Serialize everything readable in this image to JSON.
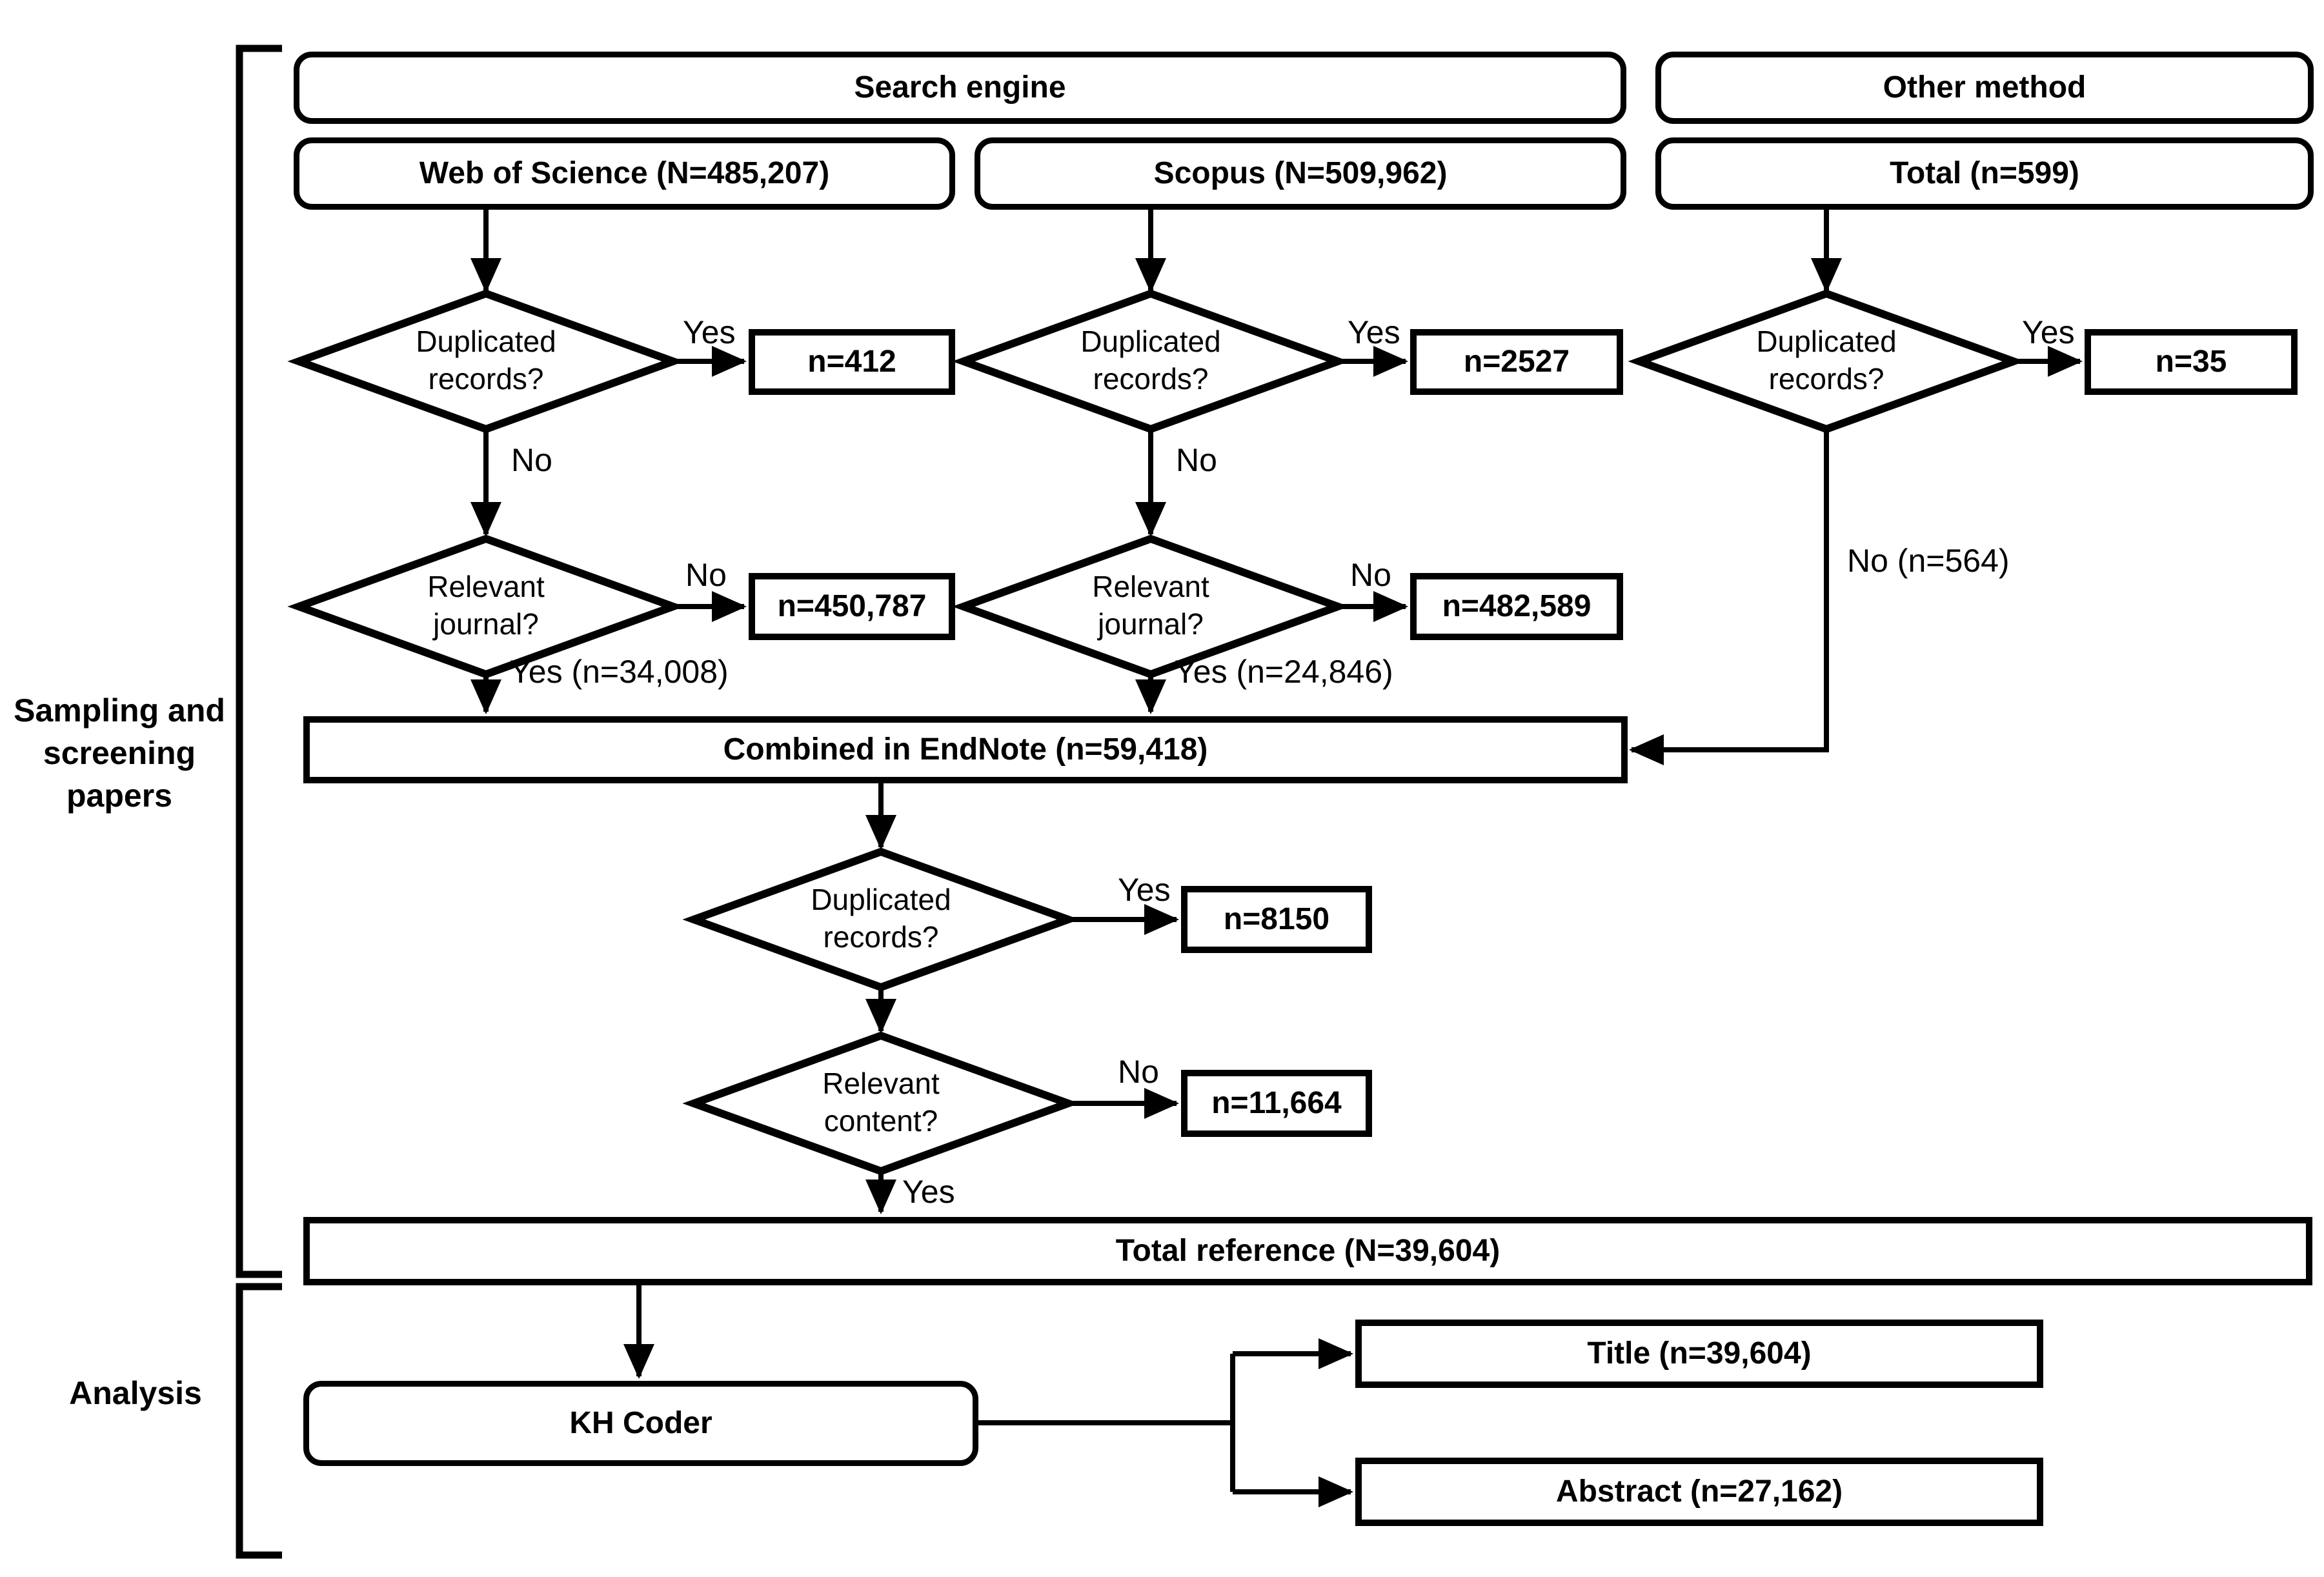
{
  "section_labels": {
    "sampling": "Sampling and\nscreening\npapers",
    "analysis": "Analysis"
  },
  "headers": {
    "search_engine": "Search engine",
    "other_method": "Other method"
  },
  "sources": {
    "web_of_science": "Web of Science (N=485,207)",
    "scopus": "Scopus (N=509,962)",
    "total_other": "Total (n=599)"
  },
  "process": {
    "combined": "Combined in EndNote (n=59,418)",
    "total_reference": "Total reference (N=39,604)",
    "kh_coder": "KH Coder",
    "title_output": "Title (n=39,604)",
    "abstract_output": "Abstract (n=27,162)"
  },
  "counts": {
    "dup_wos": "n=412",
    "dup_scopus": "n=2527",
    "dup_other": "n=35",
    "irrelevant_wos": "n=450,787",
    "irrelevant_scopus": "n=482,589",
    "dup_combined": "n=8150",
    "irrelevant_content": "n=11,664"
  },
  "decisions": {
    "duplicated": [
      "Duplicated",
      "records?"
    ],
    "relevant_journal": [
      "Relevant",
      "journal?"
    ],
    "relevant_content": [
      "Relevant",
      "content?"
    ]
  },
  "edge_labels": {
    "yes": "Yes",
    "no": "No",
    "yes_wos": "Yes (n=34,008)",
    "yes_scopus": "Yes (n=24,846)",
    "no_other": "No (n=564)"
  },
  "colors": {
    "stroke": "#000000",
    "background": "#ffffff"
  }
}
